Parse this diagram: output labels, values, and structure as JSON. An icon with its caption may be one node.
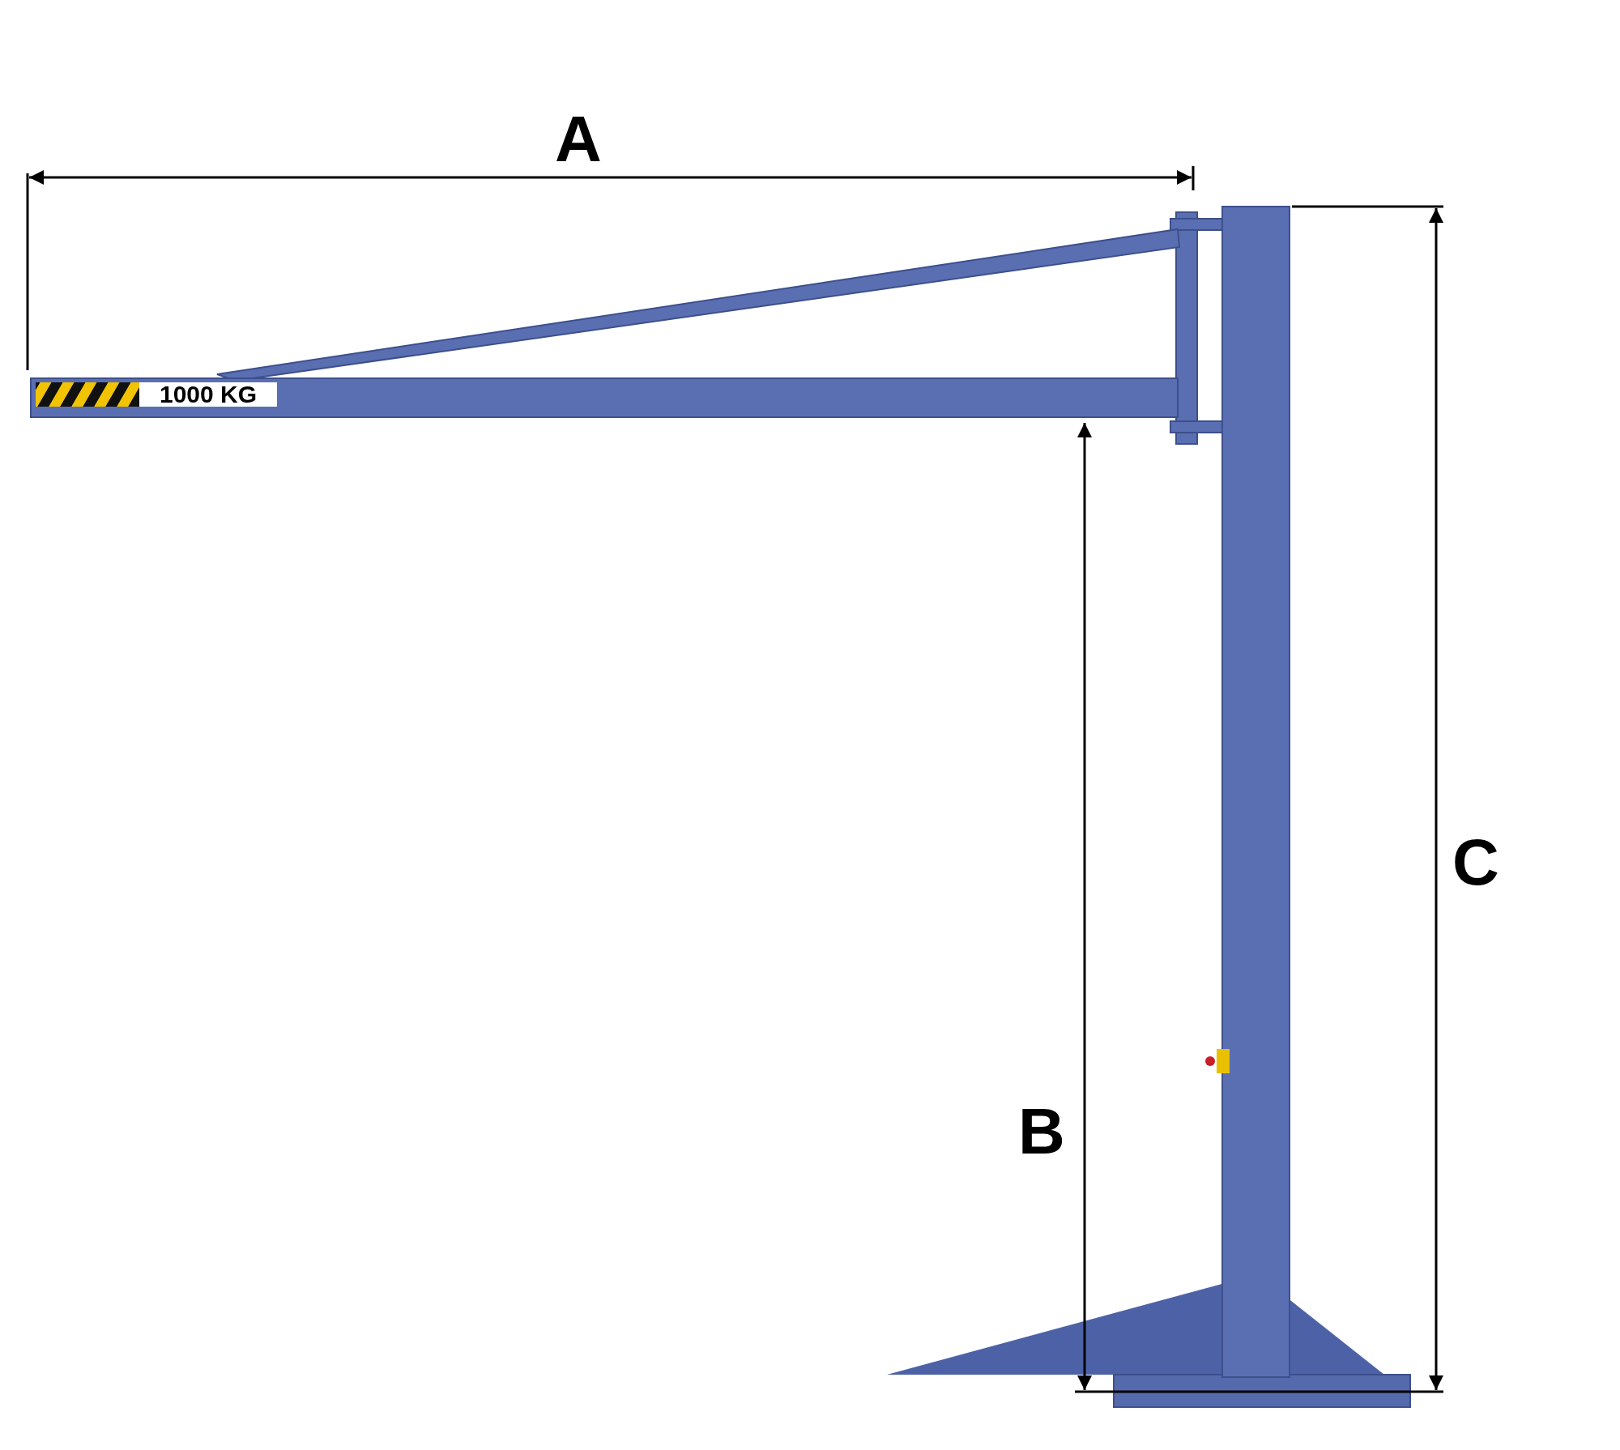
{
  "diagram": {
    "labels": [
      "A",
      "1000 KG",
      "C",
      "B"
    ]
  }
}
